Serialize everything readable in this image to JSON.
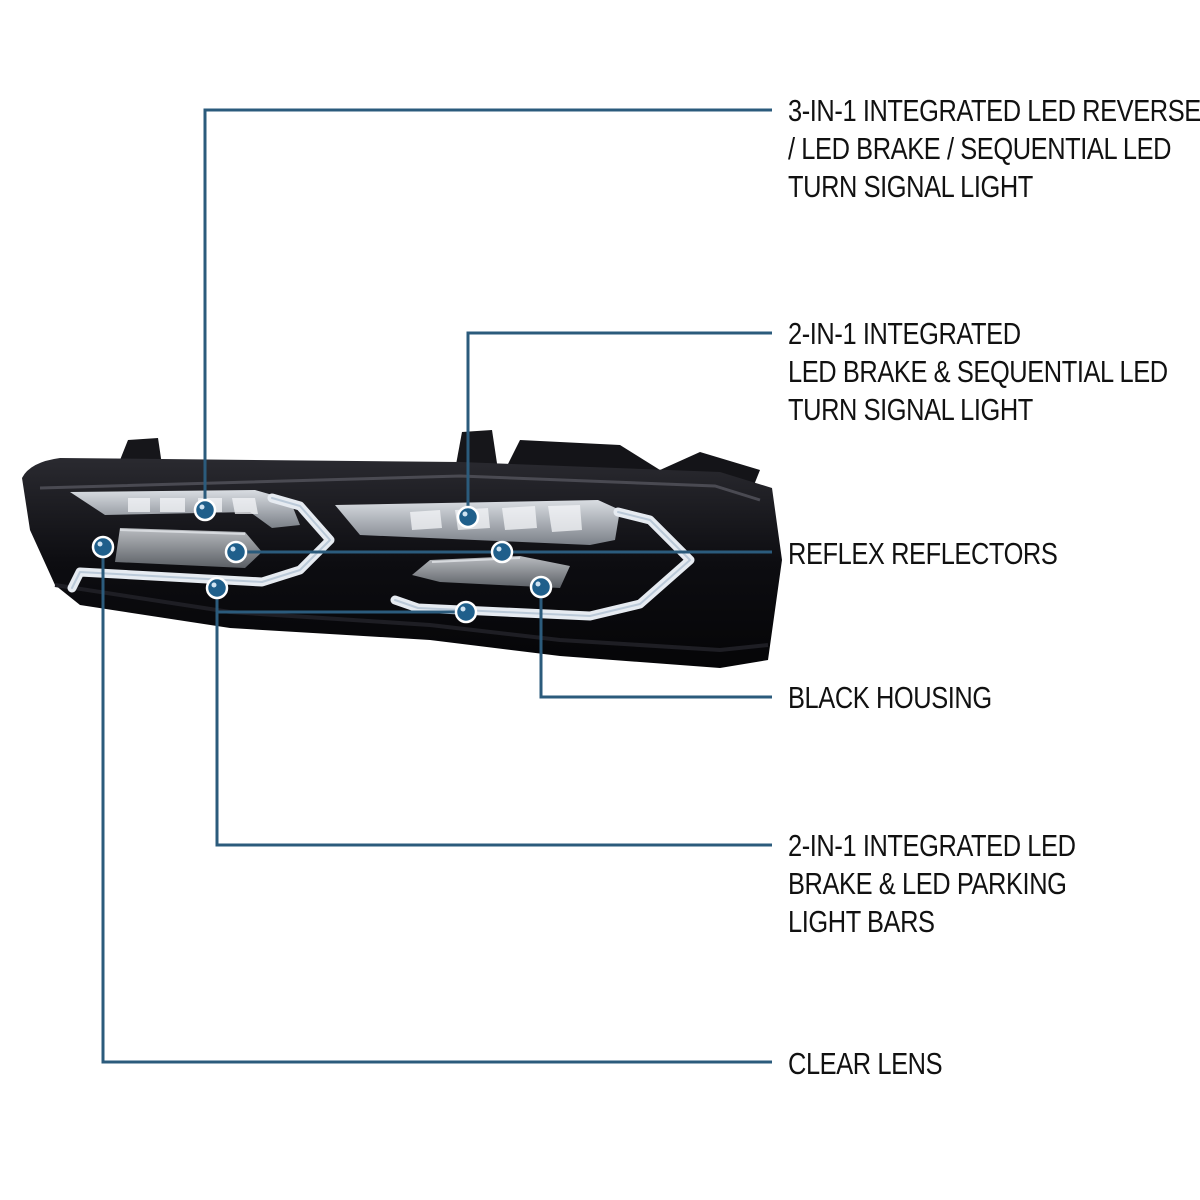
{
  "callouts": [
    {
      "id": "reverse-brake-turn",
      "lines": [
        "3-IN-1 INTEGRATED LED REVERSE",
        "/ LED BRAKE / SEQUENTIAL LED",
        "TURN SIGNAL LIGHT"
      ]
    },
    {
      "id": "brake-turn",
      "lines": [
        "2-IN-1 INTEGRATED",
        "LED BRAKE & SEQUENTIAL LED",
        "TURN SIGNAL LIGHT"
      ]
    },
    {
      "id": "reflex-reflectors",
      "lines": [
        "REFLEX REFLECTORS"
      ]
    },
    {
      "id": "black-housing",
      "lines": [
        "BLACK HOUSING"
      ]
    },
    {
      "id": "brake-parking",
      "lines": [
        "2-IN-1 INTEGRATED LED",
        "BRAKE & LED PARKING",
        "LIGHT BARS"
      ]
    },
    {
      "id": "clear-lens",
      "lines": [
        "CLEAR LENS"
      ]
    }
  ],
  "colors": {
    "leader_line": "#2b5b7c",
    "marker_fill": "#1f5f8b",
    "housing": "#0c0c10",
    "light_bar": "#dfe6ee",
    "text": "#111111"
  }
}
